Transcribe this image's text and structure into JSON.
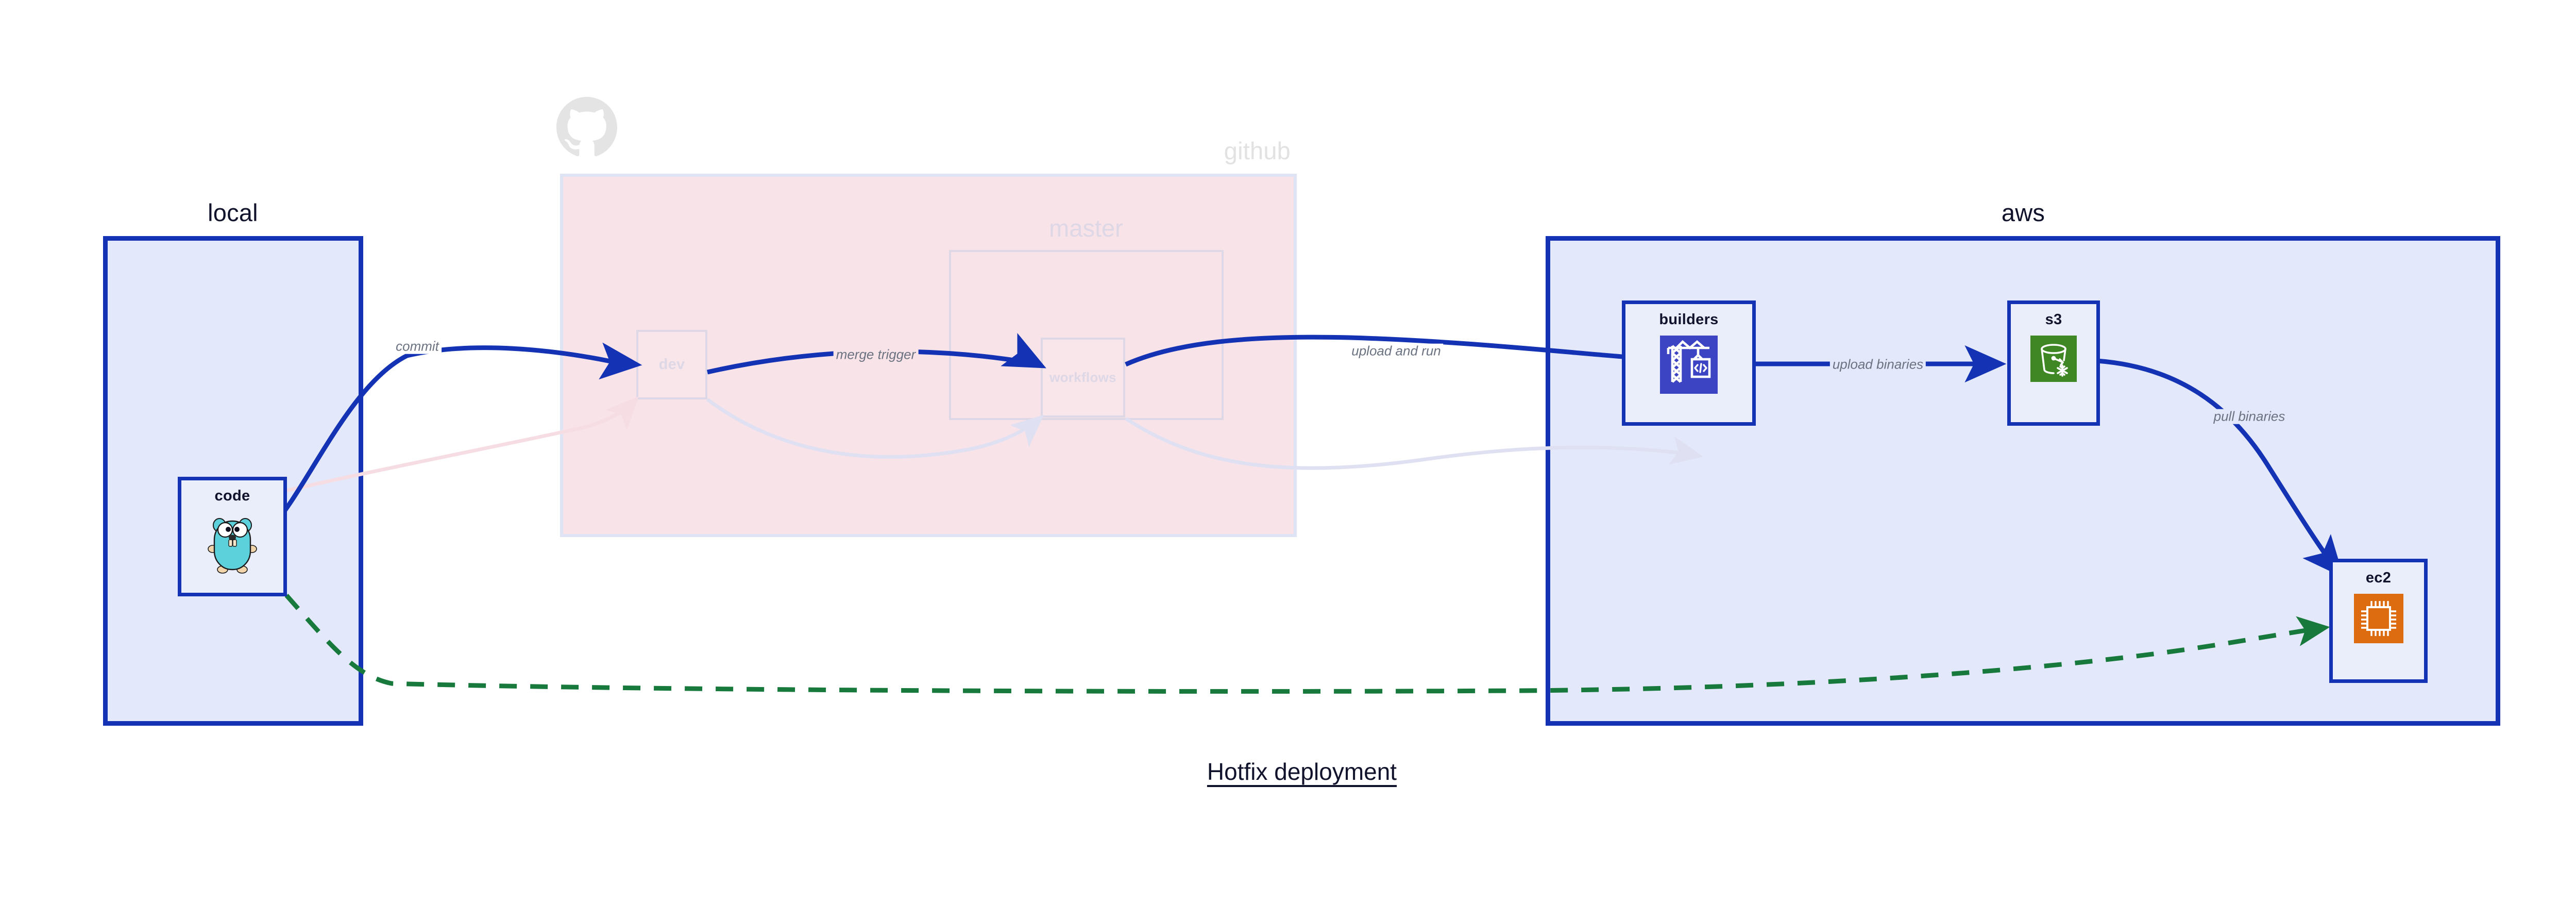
{
  "diagram": {
    "title": "Hotfix deployment",
    "colors": {
      "zone_border_blue": "#1333b4",
      "zone_fill_blue": "#e3e8fa",
      "zone_fill_pink": "#f8e3e9",
      "zone_border_pink": "#dfe4f5",
      "arrow_active": "#1333b4",
      "arrow_faded_pink": "#f6dde3",
      "arrow_faded_blue": "#dfe0f1",
      "arrow_dashed_green": "#17793c",
      "ghost_text": "#ded7e6",
      "label_text": "#6b7280",
      "node_title_text": "#10132b",
      "builders_icon_bg": "#3c44c4",
      "s3_icon_bg": "#3f8624",
      "ec2_icon_bg": "#dd6b10",
      "gopher_body": "#5dd1db"
    }
  },
  "zones": [
    {
      "id": "local",
      "label": "local",
      "style": "solid-blue"
    },
    {
      "id": "github",
      "label": "github",
      "style": "faded-pink"
    },
    {
      "id": "aws",
      "label": "aws",
      "style": "solid-blue"
    }
  ],
  "nodes": [
    {
      "id": "code",
      "label": "code",
      "icon": "go-gopher-icon",
      "zone": "local",
      "state": "active"
    },
    {
      "id": "builders",
      "label": "builders",
      "icon": "aws-codebuild-icon",
      "zone": "aws",
      "state": "active"
    },
    {
      "id": "s3",
      "label": "s3",
      "icon": "aws-s3-glacier-icon",
      "zone": "aws",
      "state": "active"
    },
    {
      "id": "ec2",
      "label": "ec2",
      "icon": "aws-ec2-chip-icon",
      "zone": "aws",
      "state": "active"
    }
  ],
  "ghost_nodes": [
    {
      "id": "dev",
      "label": "dev",
      "zone": "github",
      "state": "faded"
    },
    {
      "id": "master",
      "label": "master",
      "zone": "github",
      "state": "faded",
      "kind": "group"
    },
    {
      "id": "workflows",
      "label": "workflows",
      "zone": "github",
      "state": "faded"
    }
  ],
  "edges": [
    {
      "id": "commit",
      "label": "commit",
      "from": "code",
      "to": "dev",
      "state": "active",
      "style": "solid"
    },
    {
      "id": "merge-trigger",
      "label": "merge trigger",
      "from": "dev",
      "to": "workflows",
      "state": "active",
      "style": "solid"
    },
    {
      "id": "upload-and-run",
      "label": "upload and run",
      "from": "workflows",
      "to": "builders",
      "state": "active",
      "style": "solid"
    },
    {
      "id": "upload-binaries",
      "label": "upload binaries",
      "from": "builders",
      "to": "s3",
      "state": "active",
      "style": "solid"
    },
    {
      "id": "pull-binaries",
      "label": "pull binaries",
      "from": "s3",
      "to": "ec2",
      "state": "active",
      "style": "solid"
    },
    {
      "id": "hotfix-direct",
      "label": "",
      "from": "code",
      "to": "ec2",
      "state": "highlight",
      "style": "dashed-green"
    },
    {
      "id": "faded-return-1",
      "label": "",
      "from": "",
      "to": "dev",
      "state": "faded-pink",
      "style": "solid"
    },
    {
      "id": "faded-return-2",
      "label": "",
      "from": "code",
      "to": "workflows",
      "state": "faded-blue",
      "style": "solid"
    },
    {
      "id": "faded-return-3",
      "label": "",
      "from": "workflows",
      "to": "builders",
      "state": "faded-blue",
      "style": "solid"
    }
  ],
  "icons": {
    "github_logo": "github-octocat-icon"
  }
}
